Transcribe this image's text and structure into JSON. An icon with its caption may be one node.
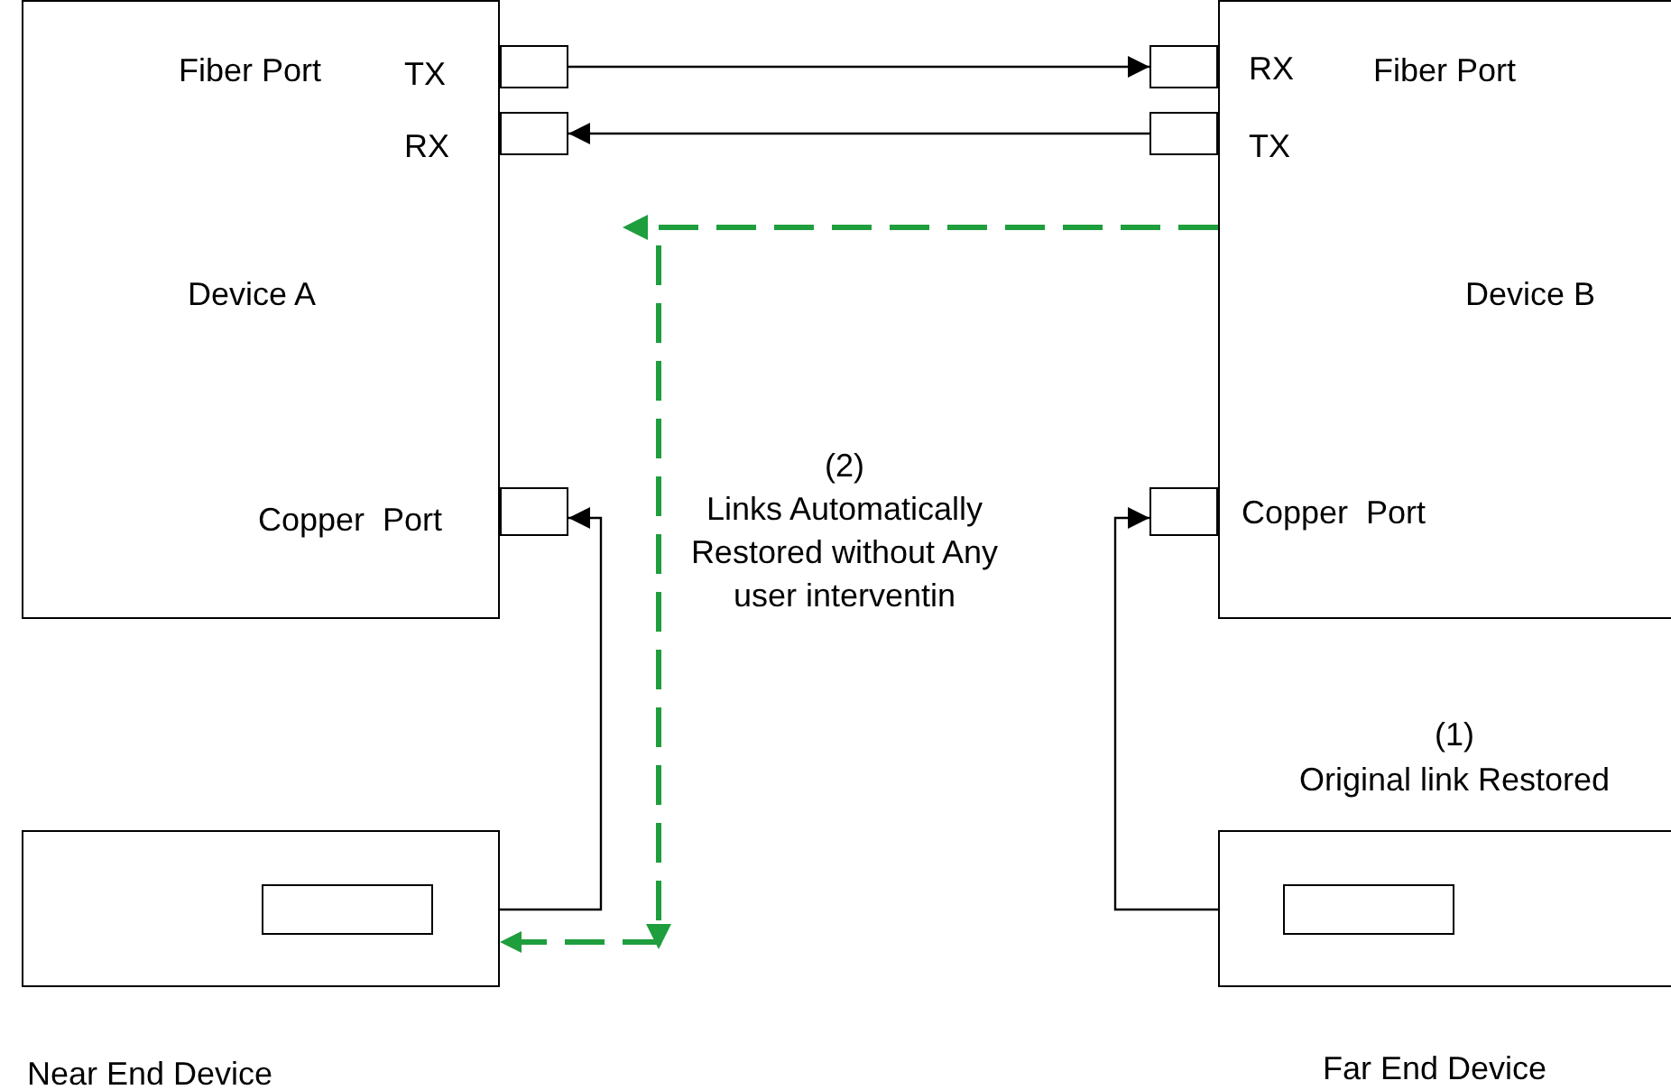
{
  "diagram": {
    "nodes": [
      {
        "text": [
          "Fiber Port",
          "Device A"
        ]
      },
      {
        "text": [],
        "shape": "box"
      },
      {
        "text": [],
        "shape": "box"
      },
      {
        "text": [],
        "shape": "box"
      },
      {
        "text": [
          "Fiber Port",
          "Device B"
        ]
      },
      {
        "text": [],
        "shape": "box"
      },
      {
        "text": [],
        "shape": "box"
      },
      {
        "text": [],
        "shape": "box"
      },
      {
        "text": [],
        "shape": "box",
        "beside": [
          "Near End Device"
        ]
      },
      {
        "text": [],
        "shape": "box",
        "in": 8
      },
      {
        "text": [],
        "shape": "box",
        "beside": [
          "Far End Device"
        ]
      },
      {
        "text": [],
        "shape": "box",
        "in": 10
      }
    ],
    "edges": [
      {
        "from": 1,
        "to": 5,
        "arrow": "to"
      },
      {
        "from": 6,
        "to": 2,
        "arrow": "to"
      },
      {
        "from": 3,
        "to": 9,
        "arrow": "both"
      },
      {
        "from": 7,
        "to": 11,
        "arrow": "both"
      },
      {
        "from": 4,
        "to": 8,
        "arrow": "to",
        "style": "dashed",
        "color": "#1e9e3c"
      }
    ],
    "labels": [
      "TX",
      "RX",
      "RX",
      "TX",
      "(2)",
      "Copper  Port",
      "Copper  Port",
      "Links Automatically Restored without Any user interventin",
      "(1)",
      "Original link Restored"
    ]
  }
}
